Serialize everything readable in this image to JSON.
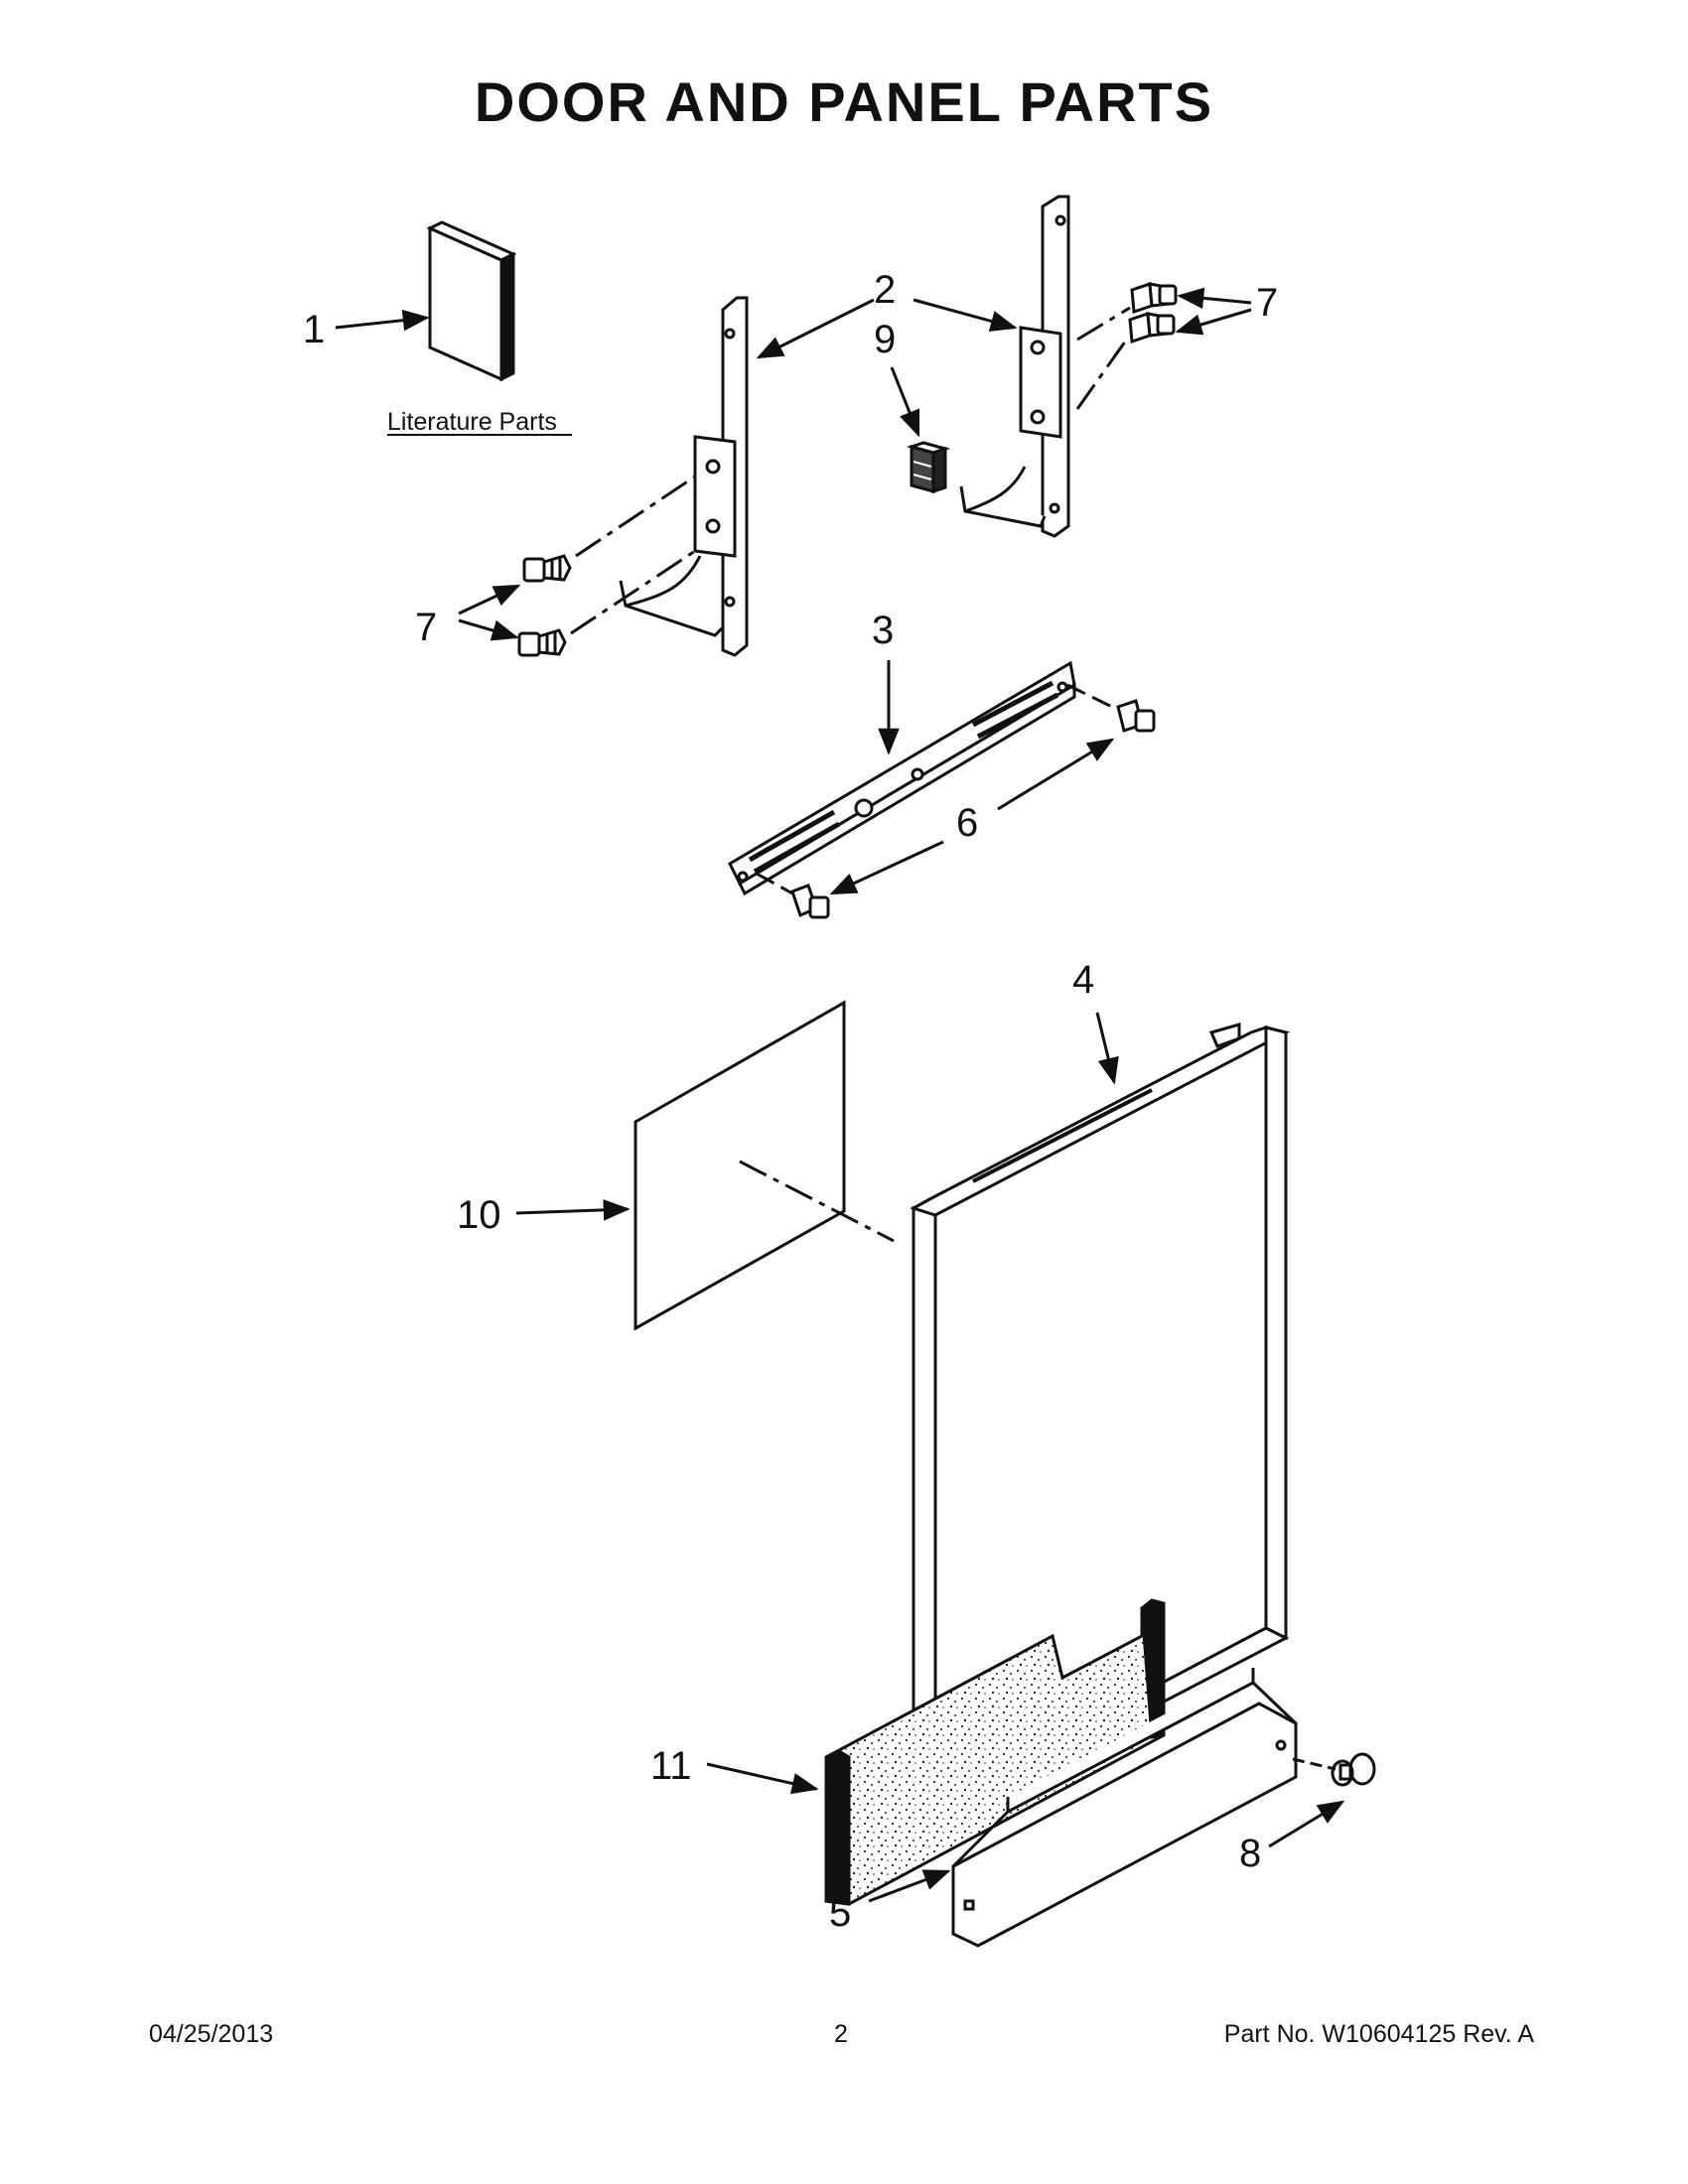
{
  "page": {
    "title": "DOOR AND PANEL PARTS",
    "literature_label": "Literature Parts"
  },
  "callouts": {
    "c1": "1",
    "c2": "2",
    "c3": "3",
    "c4": "4",
    "c5": "5",
    "c6": "6",
    "c7_left": "7",
    "c7_right": "7",
    "c8": "8",
    "c9": "9",
    "c10": "10",
    "c11": "11"
  },
  "footer": {
    "date": "04/25/2013",
    "page_number": "2",
    "part_info": "Part No.  W10604125  Rev.  A"
  },
  "colors": {
    "line": "#111111",
    "background": "#ffffff"
  }
}
